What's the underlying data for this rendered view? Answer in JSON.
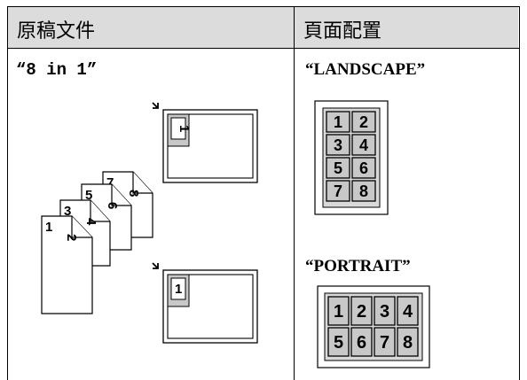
{
  "table": {
    "col1_header": "原稿文件",
    "col2_header": "頁面配置"
  },
  "left": {
    "mode_label": "“8 in 1”",
    "stack_pages": [
      "1",
      "2",
      "3",
      "4",
      "5",
      "6",
      "7",
      "8"
    ],
    "preview_page_number": "1"
  },
  "right": {
    "landscape_label": "“LANDSCAPE”",
    "portrait_label": "“PORTRAIT”",
    "landscape_grid": [
      [
        "1",
        "2"
      ],
      [
        "3",
        "4"
      ],
      [
        "5",
        "6"
      ],
      [
        "7",
        "8"
      ]
    ],
    "portrait_grid": [
      [
        "1",
        "2",
        "3",
        "4"
      ],
      [
        "5",
        "6",
        "7",
        "8"
      ]
    ]
  },
  "colors": {
    "header_bg": "#dcdcdc",
    "cell_fill": "#c8c8c8",
    "grid_bg": "#d9d9d9"
  }
}
